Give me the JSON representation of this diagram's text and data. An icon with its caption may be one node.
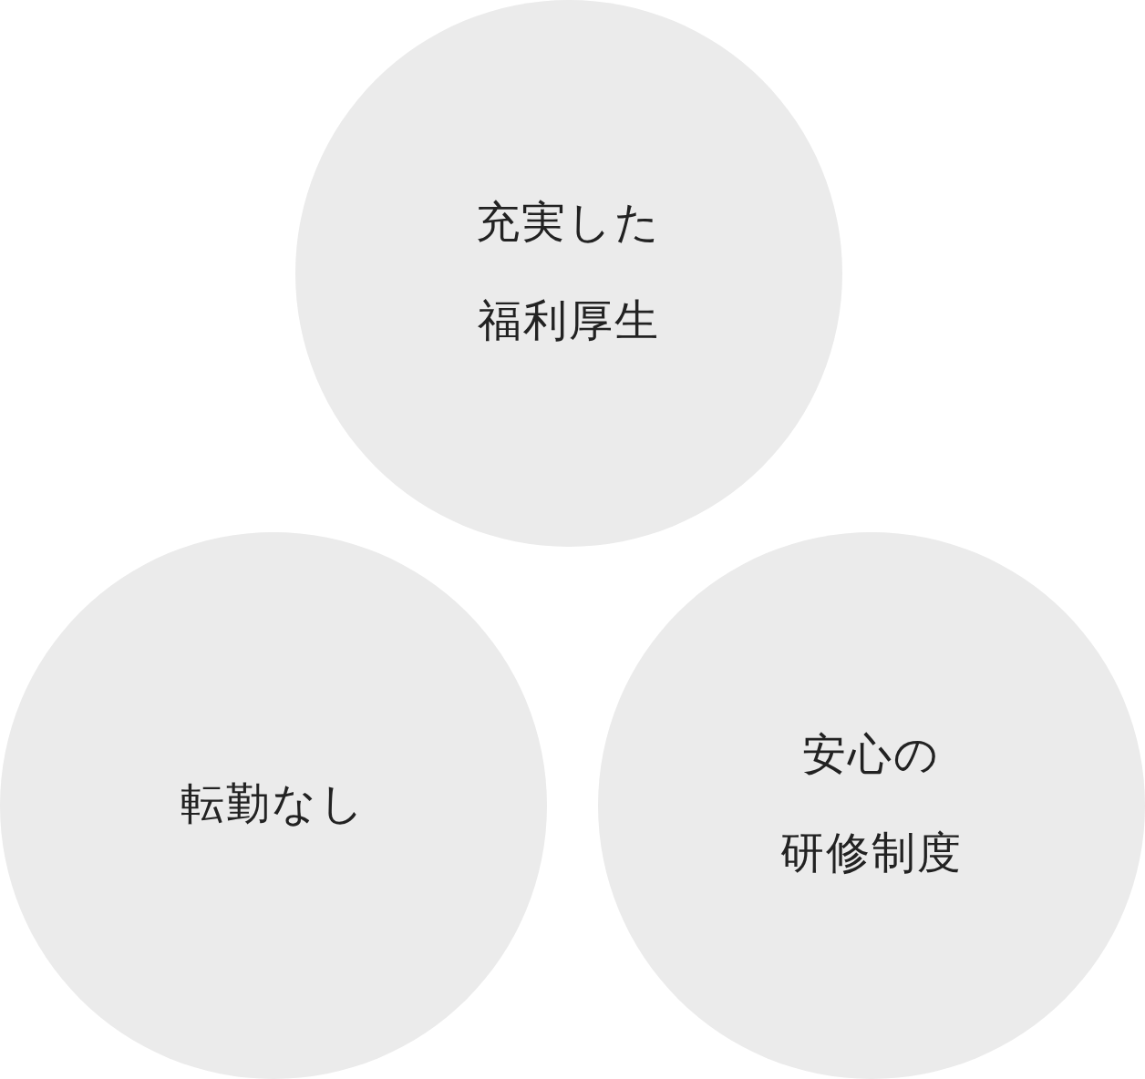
{
  "diagram": {
    "nodes": [
      {
        "text": [
          "充実した福利厚生"
        ]
      },
      {
        "text": [
          "転勤なし"
        ]
      },
      {
        "text": [
          "安心の研修制度"
        ]
      }
    ]
  }
}
